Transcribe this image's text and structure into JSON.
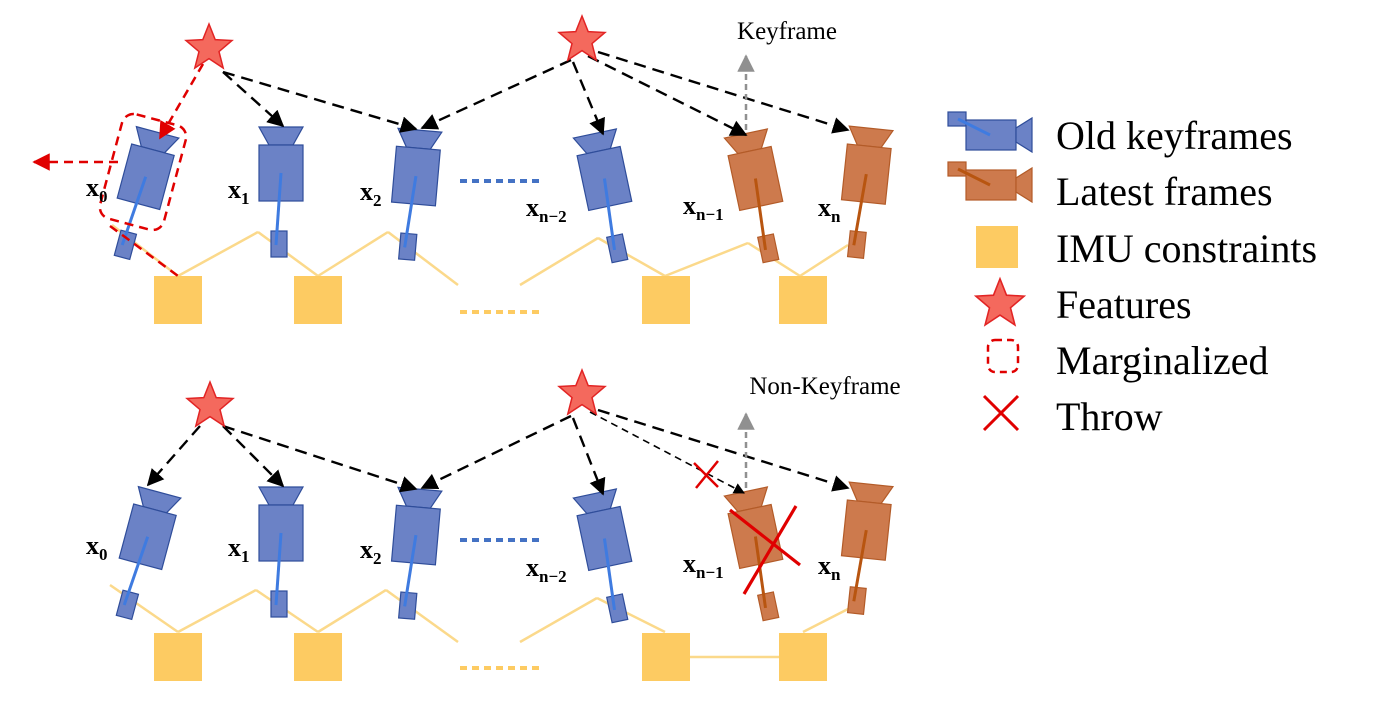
{
  "colors": {
    "old_keyframe": "#6b82c6",
    "old_keyframe_stroke": "#2f4d9a",
    "old_axis": "#3f7be0",
    "latest_frame": "#cd7a4d",
    "latest_frame_stroke": "#b35b28",
    "latest_axis": "#b85510",
    "imu": "#fdcb62",
    "imu_line": "#fbd98b",
    "feature": "#f4695d",
    "feature_stroke": "#e22424",
    "marginalized": "#e00000",
    "edge": "#000000",
    "tag_arrow": "#909090"
  },
  "labels": {
    "keyframe": "Keyframe",
    "non_keyframe": "Non-Keyframe",
    "x0": {
      "base": "x",
      "sub": "0"
    },
    "x1": {
      "base": "x",
      "sub": "1"
    },
    "x2": {
      "base": "x",
      "sub": "2"
    },
    "xn2": {
      "base": "x",
      "sub": "n−2"
    },
    "xn1": {
      "base": "x",
      "sub": "n−1"
    },
    "xn": {
      "base": "x",
      "sub": "n"
    }
  },
  "legend": {
    "old_keyframes": "Old keyframes",
    "latest_frames": "Latest frames",
    "imu_constraints": "IMU constraints",
    "features": "Features",
    "marginalized": "Marginalized",
    "throw": "Throw"
  }
}
